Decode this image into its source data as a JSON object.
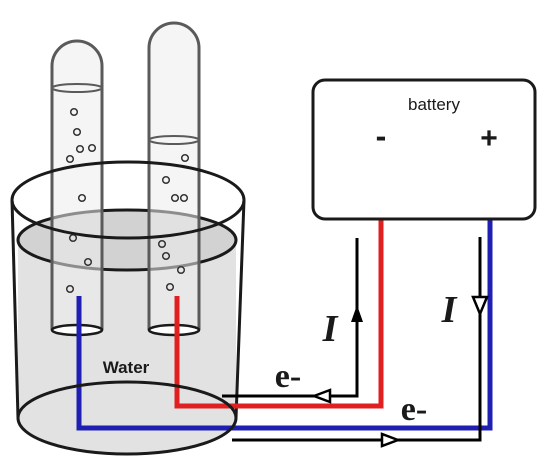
{
  "battery": {
    "label": "battery",
    "negative_terminal": "-",
    "positive_terminal": "+"
  },
  "beaker": {
    "label": "Water"
  },
  "labels": {
    "current_left": "I",
    "current_right": "I",
    "electron_left": "e-",
    "electron_right": "e-"
  },
  "colors": {
    "negative_wire": "#e02020",
    "positive_wire": "#1f1fb4",
    "current_path": "#000000",
    "water": "#e2e2e2",
    "outline": "#1a1a1a"
  },
  "icons": {
    "arrow_up": "arrow-up-icon",
    "arrow_down": "arrow-down-icon",
    "arrow_left": "arrow-left-icon",
    "arrow_right": "arrow-right-icon"
  }
}
